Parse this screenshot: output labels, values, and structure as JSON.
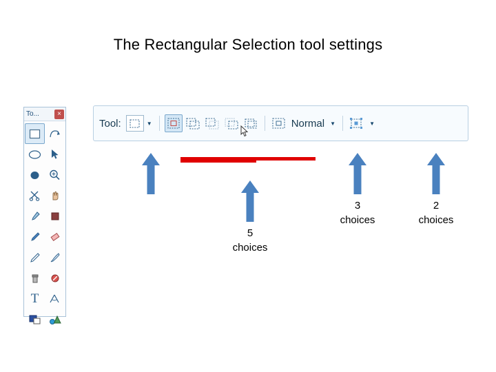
{
  "slide": {
    "title": "The Rectangular Selection tool settings"
  },
  "palette": {
    "title": "To...",
    "close_label": "×",
    "tools": [
      {
        "name": "rectangle-select-tool",
        "glyph": "□",
        "selected": true
      },
      {
        "name": "free-select-tool",
        "glyph": "✄",
        "selected": false
      },
      {
        "name": "ellipse-select-tool",
        "glyph": "⬭",
        "selected": false
      },
      {
        "name": "paths-tool",
        "glyph": "➤",
        "selected": false
      },
      {
        "name": "fuzzy-select-tool",
        "glyph": "●",
        "selected": false
      },
      {
        "name": "zoom-tool",
        "glyph": "⊕",
        "selected": false
      },
      {
        "name": "scissors-select-tool",
        "glyph": "✂",
        "selected": false
      },
      {
        "name": "move-tool",
        "glyph": "☚",
        "selected": false
      },
      {
        "name": "color-picker-tool",
        "glyph": "☇",
        "selected": false
      },
      {
        "name": "bucket-fill-tool",
        "glyph": "■",
        "selected": false
      },
      {
        "name": "paintbrush-tool",
        "glyph": "✐",
        "selected": false
      },
      {
        "name": "eraser-tool",
        "glyph": "◇",
        "selected": false
      },
      {
        "name": "pencil-tool",
        "glyph": "✒",
        "selected": false
      },
      {
        "name": "ink-tool",
        "glyph": "✑",
        "selected": false
      },
      {
        "name": "clone-tool",
        "glyph": "⚒",
        "selected": false
      },
      {
        "name": "smudge-tool",
        "glyph": "❀",
        "selected": false
      },
      {
        "name": "text-tool",
        "glyph": "T",
        "selected": false
      },
      {
        "name": "measure-tool",
        "glyph": "∠",
        "selected": false
      },
      {
        "name": "foreground-color-swatch",
        "glyph": "■",
        "selected": false
      },
      {
        "name": "gradient-swatch",
        "glyph": "▲",
        "selected": false
      }
    ]
  },
  "toolbar": {
    "tool_label": "Tool:",
    "mode_label": "Normal",
    "modes": [
      {
        "name": "replace-selection-mode",
        "active": true
      },
      {
        "name": "add-to-selection-mode",
        "active": false
      },
      {
        "name": "subtract-from-selection-mode",
        "active": false
      },
      {
        "name": "intersect-with-selection-mode",
        "active": false
      },
      {
        "name": "dashed-selection-mode",
        "active": false
      },
      {
        "name": "extra-selection-mode",
        "active": false
      }
    ]
  },
  "annotations": [
    {
      "name": "annotation-five-choices",
      "line1": "5",
      "line2": "choices"
    },
    {
      "name": "annotation-three-choices",
      "line1": "3",
      "line2": "choices"
    },
    {
      "name": "annotation-two-choices",
      "line1": "2",
      "line2": "choices"
    }
  ],
  "colors": {
    "arrow": "#4a81bf",
    "underline": "#e00000",
    "selection_highlight": "#d4e7f6",
    "toolbar_border": "#b8cfe2"
  }
}
